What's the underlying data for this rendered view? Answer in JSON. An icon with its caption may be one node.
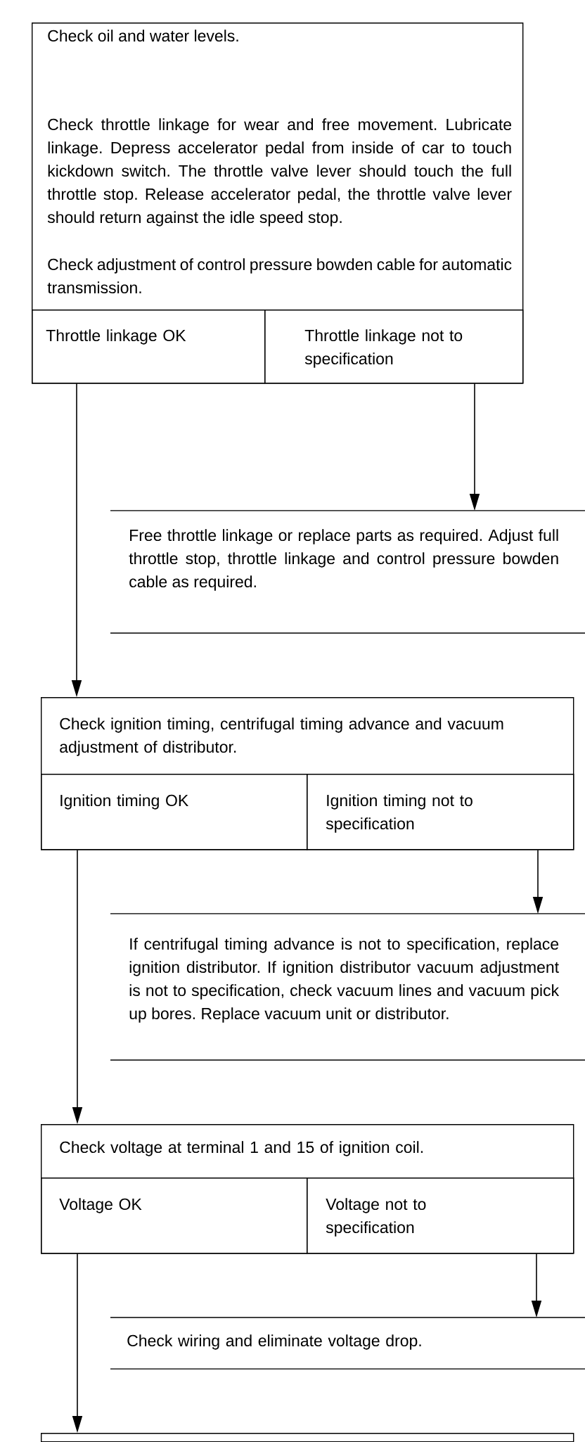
{
  "diagram": {
    "nodes": [
      {
        "text": [
          "Check oil and water levels.",
          "Check throttle linkage for wear and free movement. Lubricate linkage. Depress accelerator pedal from inside of car to touch kickdown switch. The throttle valve lever should touch the full throttle stop. Release accelerator pedal, the throttle valve lever should return against the idle speed stop.",
          "Check adjustment of control pressure bowden cable for automatic transmission."
        ]
      },
      {
        "text": [
          "Throttle linkage OK"
        ],
        "in": 0
      },
      {
        "text": [
          "Throttle linkage not to specification"
        ],
        "in": 0
      },
      {
        "text": [
          "Free throttle linkage or replace parts as required. Adjust full throttle stop, throttle linkage and control pressure bowden cable as required."
        ]
      },
      {
        "text": [
          "Check ignition timing, centrifugal timing advance and vacuum adjustment of distributor."
        ]
      },
      {
        "text": [
          "Ignition timing OK"
        ],
        "in": 4
      },
      {
        "text": [
          "Ignition timing not to specification"
        ],
        "in": 4
      },
      {
        "text": [
          "If centrifugal timing advance is not to specification, replace ignition distributor. If ignition distributor vacuum adjustment is not to specification, check vacuum lines and vacuum pick up bores. Replace vacuum unit or distributor."
        ]
      },
      {
        "text": [
          "Check voltage at terminal 1 and 15 of ignition coil."
        ]
      },
      {
        "text": [
          "Voltage OK"
        ],
        "in": 8
      },
      {
        "text": [
          "Voltage not to specification"
        ],
        "in": 8
      },
      {
        "text": [
          "Check wiring and eliminate voltage drop."
        ]
      },
      {
        "text": [],
        "shape": "box"
      }
    ],
    "edges": [
      {
        "from": 1,
        "to": 4,
        "arrow": "to"
      },
      {
        "from": 2,
        "to": 3,
        "arrow": "to"
      },
      {
        "from": 5,
        "to": 8,
        "arrow": "to"
      },
      {
        "from": 6,
        "to": 7,
        "arrow": "to"
      },
      {
        "from": 9,
        "to": 12,
        "arrow": "to"
      },
      {
        "from": 10,
        "to": 11,
        "arrow": "to"
      }
    ]
  }
}
